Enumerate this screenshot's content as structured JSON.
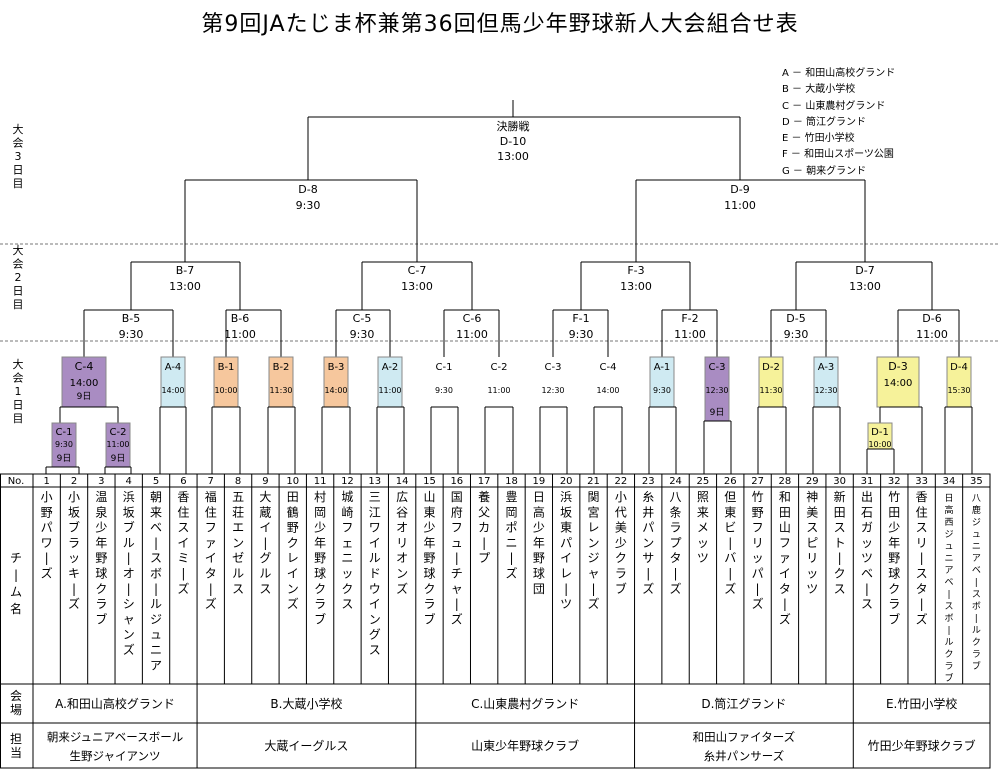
{
  "title": "第9回JAたじま杯兼第36回但馬少年野球新人大会組合せ表",
  "legend": [
    "A － 和田山高校グランド",
    "B － 大蔵小学校",
    "C － 山東農村グランド",
    "D － 筒江グランド",
    "E － 竹田小学校",
    "F － 和田山スポーツ公園",
    "G － 朝来グランド"
  ],
  "days": [
    "大会3日目",
    "大会2日目",
    "大会1日目"
  ],
  "colors": {
    "A": "#cfeaf2",
    "B": "#f6c79d",
    "C": "#a98cc2",
    "D": "#f6f29a"
  },
  "final": {
    "name": "決勝戦",
    "code": "D-10",
    "time": "13:00"
  },
  "semis": [
    {
      "code": "D-8",
      "time": "9:30"
    },
    {
      "code": "D-9",
      "time": "11:00"
    }
  ],
  "quarters": [
    {
      "code": "B-7",
      "time": "13:00"
    },
    {
      "code": "C-7",
      "time": "13:00"
    },
    {
      "code": "F-3",
      "time": "13:00"
    },
    {
      "code": "D-7",
      "time": "13:00"
    }
  ],
  "round16": [
    {
      "code": "B-5",
      "time": "9:30"
    },
    {
      "code": "B-6",
      "time": "11:00"
    },
    {
      "code": "C-5",
      "time": "9:30"
    },
    {
      "code": "C-6",
      "time": "11:00"
    },
    {
      "code": "F-1",
      "time": "9:30"
    },
    {
      "code": "F-2",
      "time": "11:00"
    },
    {
      "code": "D-5",
      "time": "9:30"
    },
    {
      "code": "D-6",
      "time": "11:00"
    }
  ],
  "round1": [
    {
      "code": "C-4",
      "time": "14:00",
      "day": "9日",
      "venue": "C"
    },
    {
      "code": "A-4",
      "time": "14:00",
      "venue": "A"
    },
    {
      "code": "B-1",
      "time": "10:00",
      "venue": "B"
    },
    {
      "code": "B-2",
      "time": "11:30",
      "venue": "B"
    },
    {
      "code": "B-3",
      "time": "14:00",
      "venue": "B"
    },
    {
      "code": "A-2",
      "time": "11:00",
      "venue": "A"
    },
    {
      "code": "C-1",
      "time": "9:30",
      "venue": ""
    },
    {
      "code": "C-2",
      "time": "11:00",
      "venue": ""
    },
    {
      "code": "C-3",
      "time": "12:30",
      "venue": ""
    },
    {
      "code": "C-4",
      "time": "14:00",
      "venue": ""
    },
    {
      "code": "A-1",
      "time": "9:30",
      "venue": "A"
    },
    {
      "code": "C-3",
      "time": "12:30",
      "day": "9日",
      "venue": "C"
    },
    {
      "code": "D-2",
      "time": "11:30",
      "venue": "D"
    },
    {
      "code": "A-3",
      "time": "12:30",
      "venue": "A"
    },
    {
      "code": "D-3",
      "time": "14:00",
      "venue": "D"
    },
    {
      "code": "D-4",
      "time": "15:30",
      "venue": "D"
    }
  ],
  "prelim": [
    {
      "code": "C-1",
      "time": "9:30",
      "day": "9日",
      "venue": "C"
    },
    {
      "code": "C-2",
      "time": "11:00",
      "day": "9日",
      "venue": "C"
    },
    {
      "code": "D-1",
      "time": "10:00",
      "venue": "D"
    }
  ],
  "table": {
    "no_label": "No.",
    "team_label": "チーム名",
    "venue_label": "会場",
    "staff_label": "担当",
    "numbers": [
      "1",
      "2",
      "3",
      "4",
      "5",
      "6",
      "7",
      "8",
      "9",
      "10",
      "11",
      "12",
      "13",
      "14",
      "15",
      "16",
      "17",
      "18",
      "19",
      "20",
      "21",
      "22",
      "23",
      "24",
      "25",
      "26",
      "27",
      "28",
      "29",
      "30",
      "31",
      "32",
      "33",
      "34",
      "35"
    ],
    "teams": [
      "小野パワーズ",
      "小坂ブラッキーズ",
      "温泉少年野球クラブ",
      "浜坂ブルーオーシャンズ",
      "朝来ベースボールジュニア",
      "香住スイミーズ",
      "福住ファイターズ",
      "五荘エンゼルス",
      "大蔵イーグルス",
      "田鶴野クレインズ",
      "村岡少年野球クラブ",
      "城崎フェニックス",
      "三江ワイルドウイングス",
      "広谷オリオンズ",
      "山東少年野球クラブ",
      "国府フューチャーズ",
      "養父カープ",
      "豊岡ポニーズ",
      "日高少年野球団",
      "浜坂東パイレーツ",
      "関宮レンジャーズ",
      "小代美少クラブ",
      "糸井パンサーズ",
      "八条ラプターズ",
      "照来メッツ",
      "但東ビーバーズ",
      "竹野フリッパーズ",
      "和田山ファイターズ",
      "神美スピリッツ",
      "新田ストークス",
      "出石ガッツベース",
      "竹田少年野球クラブ",
      "香住スリースターズ",
      "日高西ジュニアベースボールクラブ",
      "八鹿ジュニアベースボールクラブ"
    ],
    "venues": [
      "A.和田山高校グランド",
      "B.大蔵小学校",
      "C.山東農村グランド",
      "D.筒江グランド",
      "E.竹田小学校"
    ],
    "staff": [
      [
        "朝来ジュニアベースボール",
        "生野ジャイアンツ"
      ],
      [
        "大蔵イーグルス"
      ],
      [
        "山東少年野球クラブ"
      ],
      [
        "和田山ファイターズ",
        "糸井パンサーズ"
      ],
      [
        "竹田少年野球クラブ"
      ]
    ]
  }
}
